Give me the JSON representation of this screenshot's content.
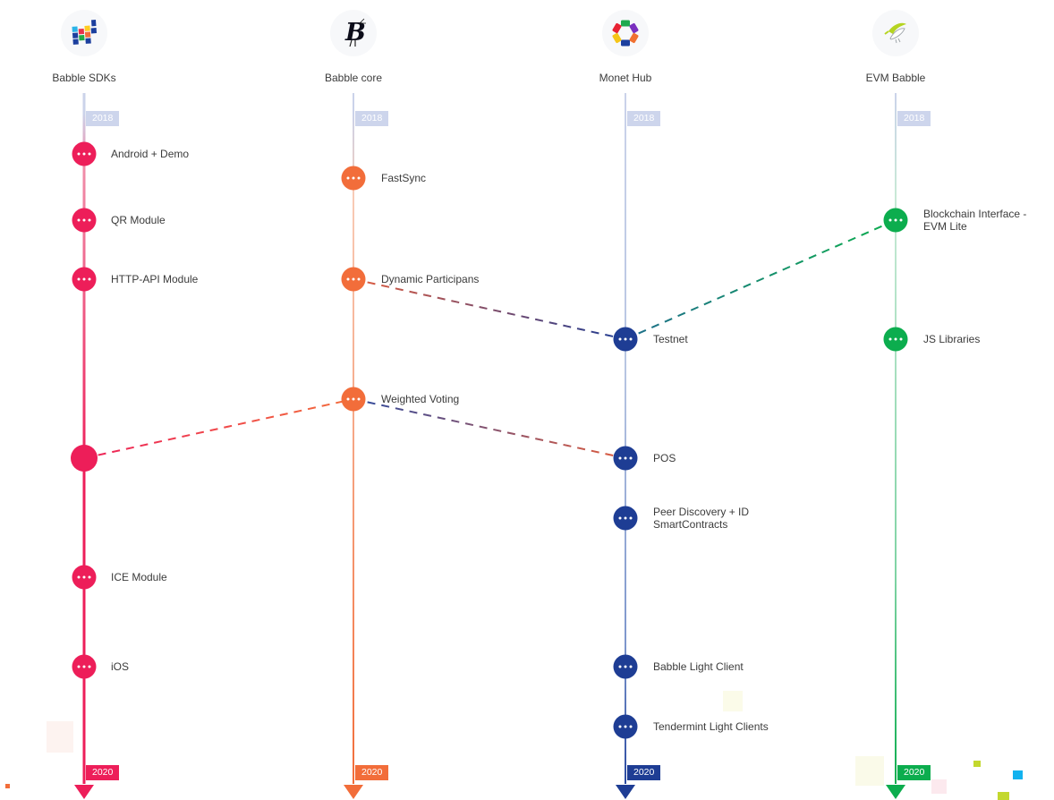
{
  "page": {
    "background": "#ffffff"
  },
  "columns": [
    {
      "id": "babble-sdks",
      "name": "Babble SDKs",
      "accent_color": "#ED1E59",
      "start_year": "2018",
      "end_year": "2020",
      "milestones": [
        {
          "label": "Android + Demo"
        },
        {
          "label": "QR Module"
        },
        {
          "label": "HTTP-API Module"
        },
        {
          "label": ""
        },
        {
          "label": "ICE Module"
        },
        {
          "label": "iOS"
        }
      ]
    },
    {
      "id": "babble-core",
      "name": "Babble core",
      "accent_color": "#F26D3A",
      "start_year": "2018",
      "end_year": "2020",
      "milestones": [
        {
          "label": "FastSync"
        },
        {
          "label": "Dynamic Participans"
        },
        {
          "label": "Weighted Voting"
        }
      ]
    },
    {
      "id": "monet-hub",
      "name": "Monet Hub",
      "accent_color": "#1E3D94",
      "start_year": "2018",
      "end_year": "2020",
      "milestones": [
        {
          "label": "Testnet"
        },
        {
          "label": "POS"
        },
        {
          "label": "Peer Discovery + ID SmartContracts"
        },
        {
          "label": "Babble Light Client"
        },
        {
          "label": "Tendermint Light Clients"
        }
      ]
    },
    {
      "id": "evm-babble",
      "name": "EVM Babble",
      "accent_color": "#0CAD4E",
      "start_year": "2018",
      "end_year": "2020",
      "milestones": [
        {
          "label": "Blockchain Interface - EVM Lite"
        },
        {
          "label": "JS Libraries"
        }
      ]
    }
  ],
  "connections": [
    {
      "from": "Babble SDKs / unlabeled milestone",
      "to": "Babble core / Weighted Voting",
      "style": "dashed",
      "colors": [
        "#ED2159",
        "#F26D3A"
      ]
    },
    {
      "from": "Babble core / Weighted Voting",
      "to": "Monet Hub / POS",
      "style": "dashed",
      "colors": [
        "#2D4A9E",
        "#E05C3E"
      ]
    },
    {
      "from": "Babble core / Dynamic Participans",
      "to": "Monet Hub / Testnet",
      "style": "dashed",
      "colors": [
        "#E05C3E",
        "#1E3D94"
      ]
    },
    {
      "from": "Monet Hub / Testnet",
      "to": "EVM Babble / Blockchain Interface - EVM Lite",
      "style": "dashed",
      "colors": [
        "#1F6E8C",
        "#0CAD4E"
      ]
    }
  ],
  "badge_colors": {
    "start_badge": "#CDD5EC"
  }
}
